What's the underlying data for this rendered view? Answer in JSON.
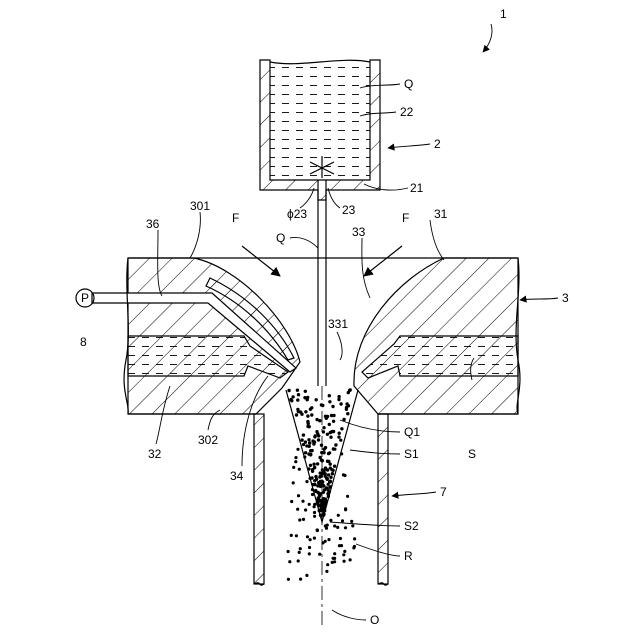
{
  "colors": {
    "line": "#000000",
    "background": "#ffffff"
  },
  "labels": {
    "fig_number": "1",
    "container": "2",
    "liquid": "Q",
    "reservoir_liquid": "22",
    "outlet": "21",
    "nozzle_diameter": "ϕ23",
    "nozzle": "23",
    "stream": "Q",
    "gas_flow_left": "F",
    "gas_flow_right": "F",
    "block": "3",
    "conical_face_left": "301",
    "conical_face_right": "31",
    "cone_surface": "33",
    "gap": "331",
    "gas_passage": "36",
    "pump": "P",
    "pump_number": "8",
    "chamber_left": "32",
    "chamber_right": "S",
    "lower_face": "302",
    "slit": "34",
    "droplets": "Q1",
    "zone_s1": "S1",
    "zone_s2": "S2",
    "particles": "R",
    "tube": "7",
    "axis": "O"
  }
}
